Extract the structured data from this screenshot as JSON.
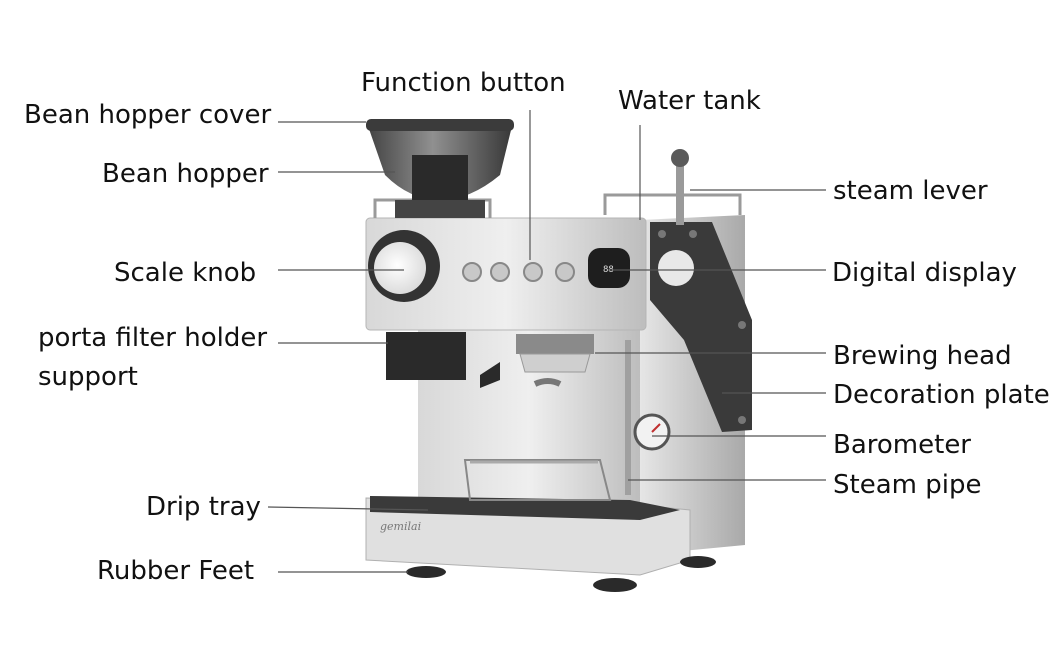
{
  "labels": {
    "bean_hopper_cover": "Bean hopper cover",
    "function_button": "Function button",
    "water_tank": "Water tank",
    "bean_hopper": "Bean hopper",
    "steam_lever": "steam lever",
    "scale_knob": "Scale knob",
    "digital_display": "Digital display",
    "porta_filter_holder": "porta filter holder",
    "porta_filter_support": "support",
    "brewing_head": "Brewing head",
    "decoration_plate": "Decoration plate",
    "barometer": "Barometer",
    "steam_pipe": "Steam pipe",
    "drip_tray": "Drip tray",
    "rubber_feet": "Rubber Feet"
  },
  "display_readout": "88",
  "brand": "gemilai",
  "colors": {
    "leader_line": "#555555",
    "steel": "#cfcfcf",
    "dark": "#2b2b2b"
  }
}
